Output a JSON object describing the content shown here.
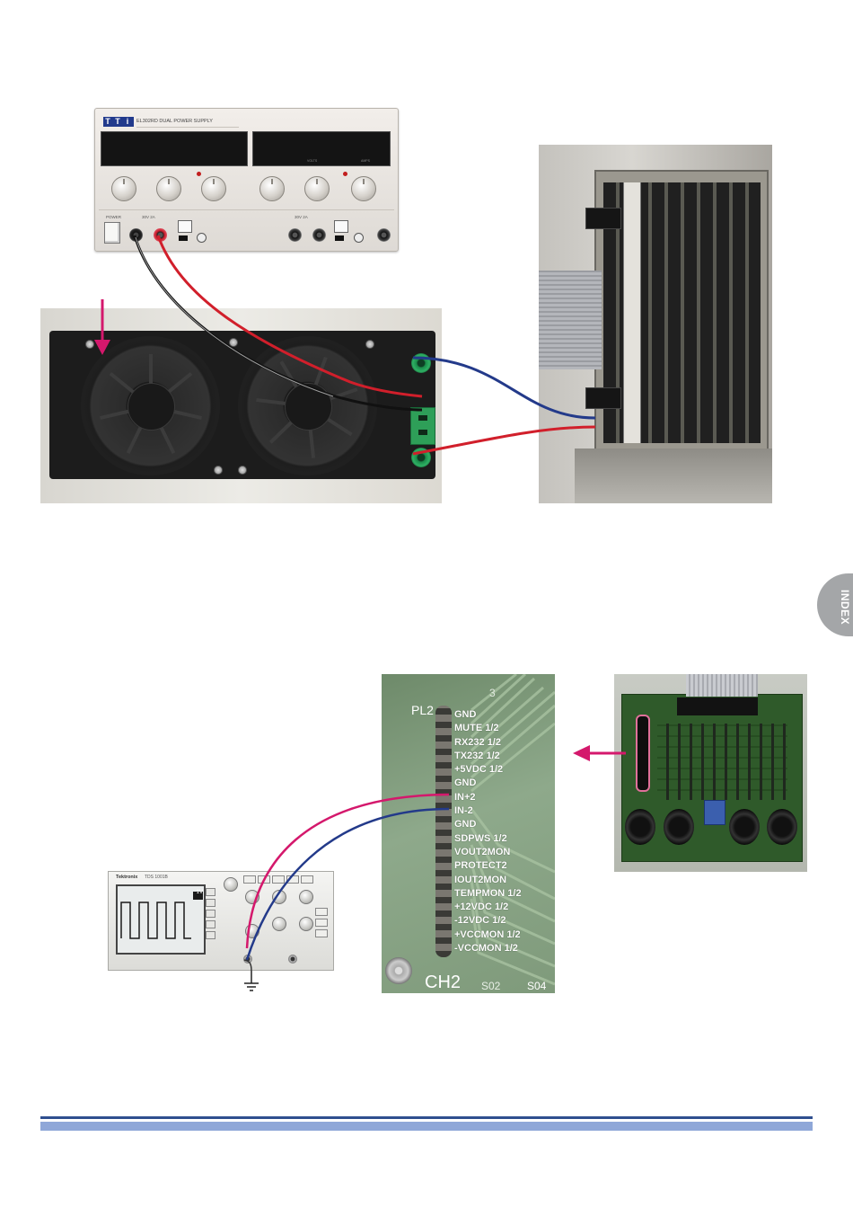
{
  "index_tab": {
    "label": "INDEX"
  },
  "power_supply": {
    "logo_letters": [
      "T",
      "T",
      "i"
    ],
    "model_text": "EL302RD DUAL POWER SUPPLY",
    "volts_label": "VOLTS",
    "amps_label": "AMPS",
    "power_label": "POWER",
    "output1_label": "30V 2A",
    "output2_label": "30V 2A"
  },
  "connector_closeup": {
    "header_label": "PL2",
    "board_number": "3",
    "channel_label": "CH2",
    "silk_left": "S02",
    "silk_right": "S04",
    "pins": [
      "GND",
      "MUTE 1/2",
      "RX232 1/2",
      "TX232 1/2",
      "+5VDC 1/2",
      "GND",
      "IN+2",
      "IN-2",
      "GND",
      "SDPWS 1/2",
      "VOUT2MON",
      "PROTECT2",
      "IOUT2MON",
      "TEMPMON 1/2",
      "+12VDC 1/2",
      "-12VDC 1/2",
      "+VCCMON 1/2",
      "-VCCMON 1/2"
    ]
  },
  "oscilloscope": {
    "brand": "Tektronix",
    "model": "TDS 1001B",
    "screen_readout": "1V"
  },
  "colors": {
    "footer_dark": "#2f4f8f",
    "footer_light": "#8fa7d8",
    "wire_red": "#d11f2b",
    "wire_black": "#111111",
    "wire_blue": "#233a8a",
    "wire_magenta": "#d4186c",
    "arrow": "#d4186c",
    "index_tab": "#a4a6a8"
  }
}
